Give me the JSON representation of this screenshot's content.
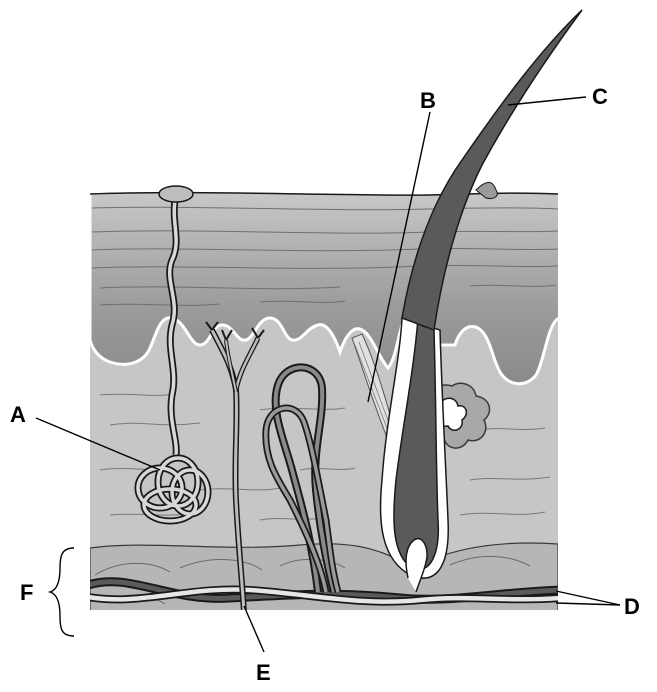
{
  "labels": {
    "a": "A",
    "b": "B",
    "c": "C",
    "d": "D",
    "e": "E",
    "f": "F"
  },
  "colors": {
    "epidermis_dark": "#8c8c8c",
    "epidermis": "#a7a7a7",
    "dermis": "#c4c4c4",
    "hypodermis": "#b4b4b4",
    "hair": "#5a5a5a",
    "outline": "#1a1a1a"
  }
}
